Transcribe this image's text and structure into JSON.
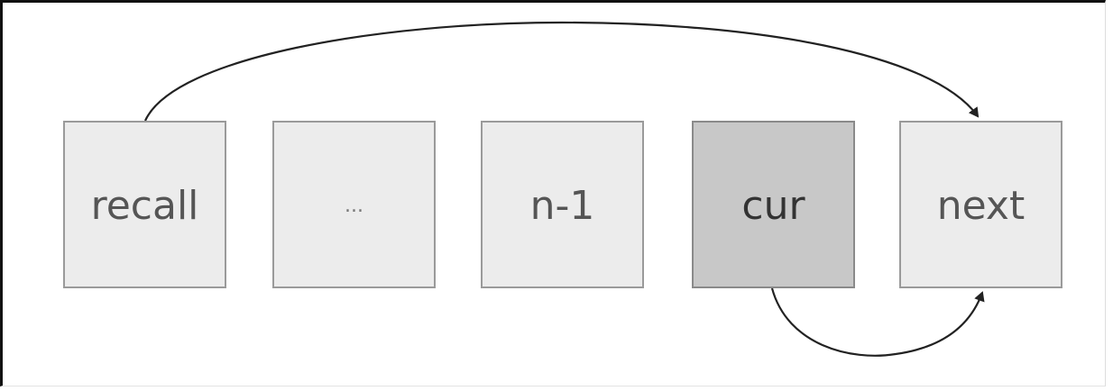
{
  "diagram": {
    "nodes": [
      {
        "id": "recall",
        "label": "recall",
        "active": false
      },
      {
        "id": "ellipsis",
        "label": "...",
        "active": false
      },
      {
        "id": "n-1",
        "label": "n-1",
        "active": false
      },
      {
        "id": "cur",
        "label": "cur",
        "active": true
      },
      {
        "id": "next",
        "label": "next",
        "active": false
      }
    ],
    "edges": [
      {
        "from": "recall",
        "to": "next",
        "route": "over-top"
      },
      {
        "from": "cur",
        "to": "next",
        "route": "under-bottom"
      }
    ],
    "colors": {
      "box_fill": "#ececec",
      "box_fill_active": "#c8c8c8",
      "box_border": "#9a9a9a",
      "arrow": "#222222"
    }
  }
}
